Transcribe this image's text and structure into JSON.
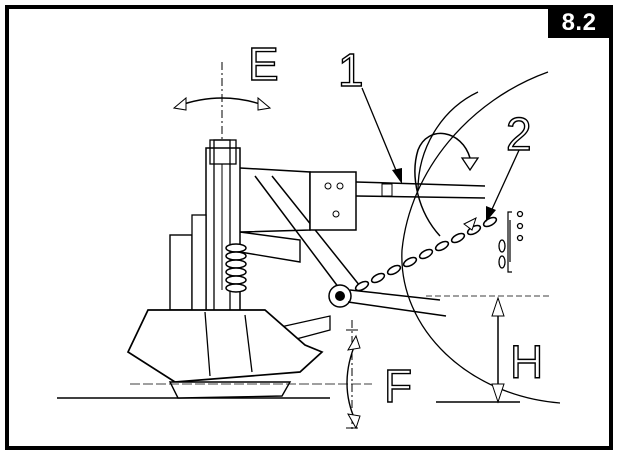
{
  "figure": {
    "number": "8.2",
    "labels": {
      "E": "E",
      "F": "F",
      "H": "H",
      "one": "1",
      "two": "2"
    }
  }
}
